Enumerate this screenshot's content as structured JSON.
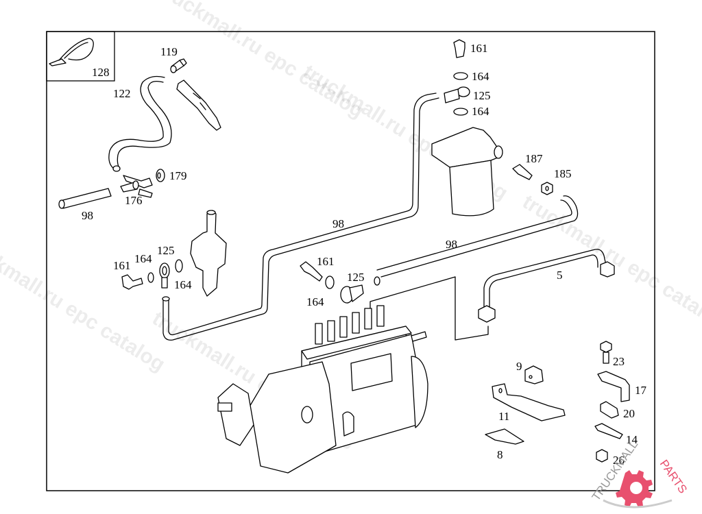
{
  "diagram": {
    "title": "Fuel injection pump and fuel lines — exploded parts diagram",
    "inset_part": "128",
    "callouts": {
      "c128": "128",
      "c119": "119",
      "c122": "122",
      "c179": "179",
      "c176": "176",
      "c98a": "98",
      "c161a": "161",
      "c164a": "164",
      "c125a": "125",
      "c164b": "164",
      "c98b": "98",
      "c161b": "161",
      "c125b": "125",
      "c164c": "164",
      "c161c": "161",
      "c164d": "164",
      "c125c": "125",
      "c164e": "164",
      "c187": "187",
      "c185": "185",
      "c98c": "98",
      "c5": "5",
      "c9": "9",
      "c11": "11",
      "c8": "8",
      "c23": "23",
      "c17": "17",
      "c20": "20",
      "c14": "14",
      "c26": "26"
    },
    "watermarks": {
      "w1": "truckmall.ru epc catalog",
      "w2": "truckmall.ru epc catalog",
      "w3": "truckmall.ru epc catalog",
      "w4": "truckmall.ru epc catalog",
      "w5": "truckmall.ru epc catalog"
    },
    "logo": {
      "text": "TRUCKMALLPARTS",
      "part1": "TRUCKMALL",
      "part2": "PARTS",
      "accent": "#e8506e"
    }
  }
}
